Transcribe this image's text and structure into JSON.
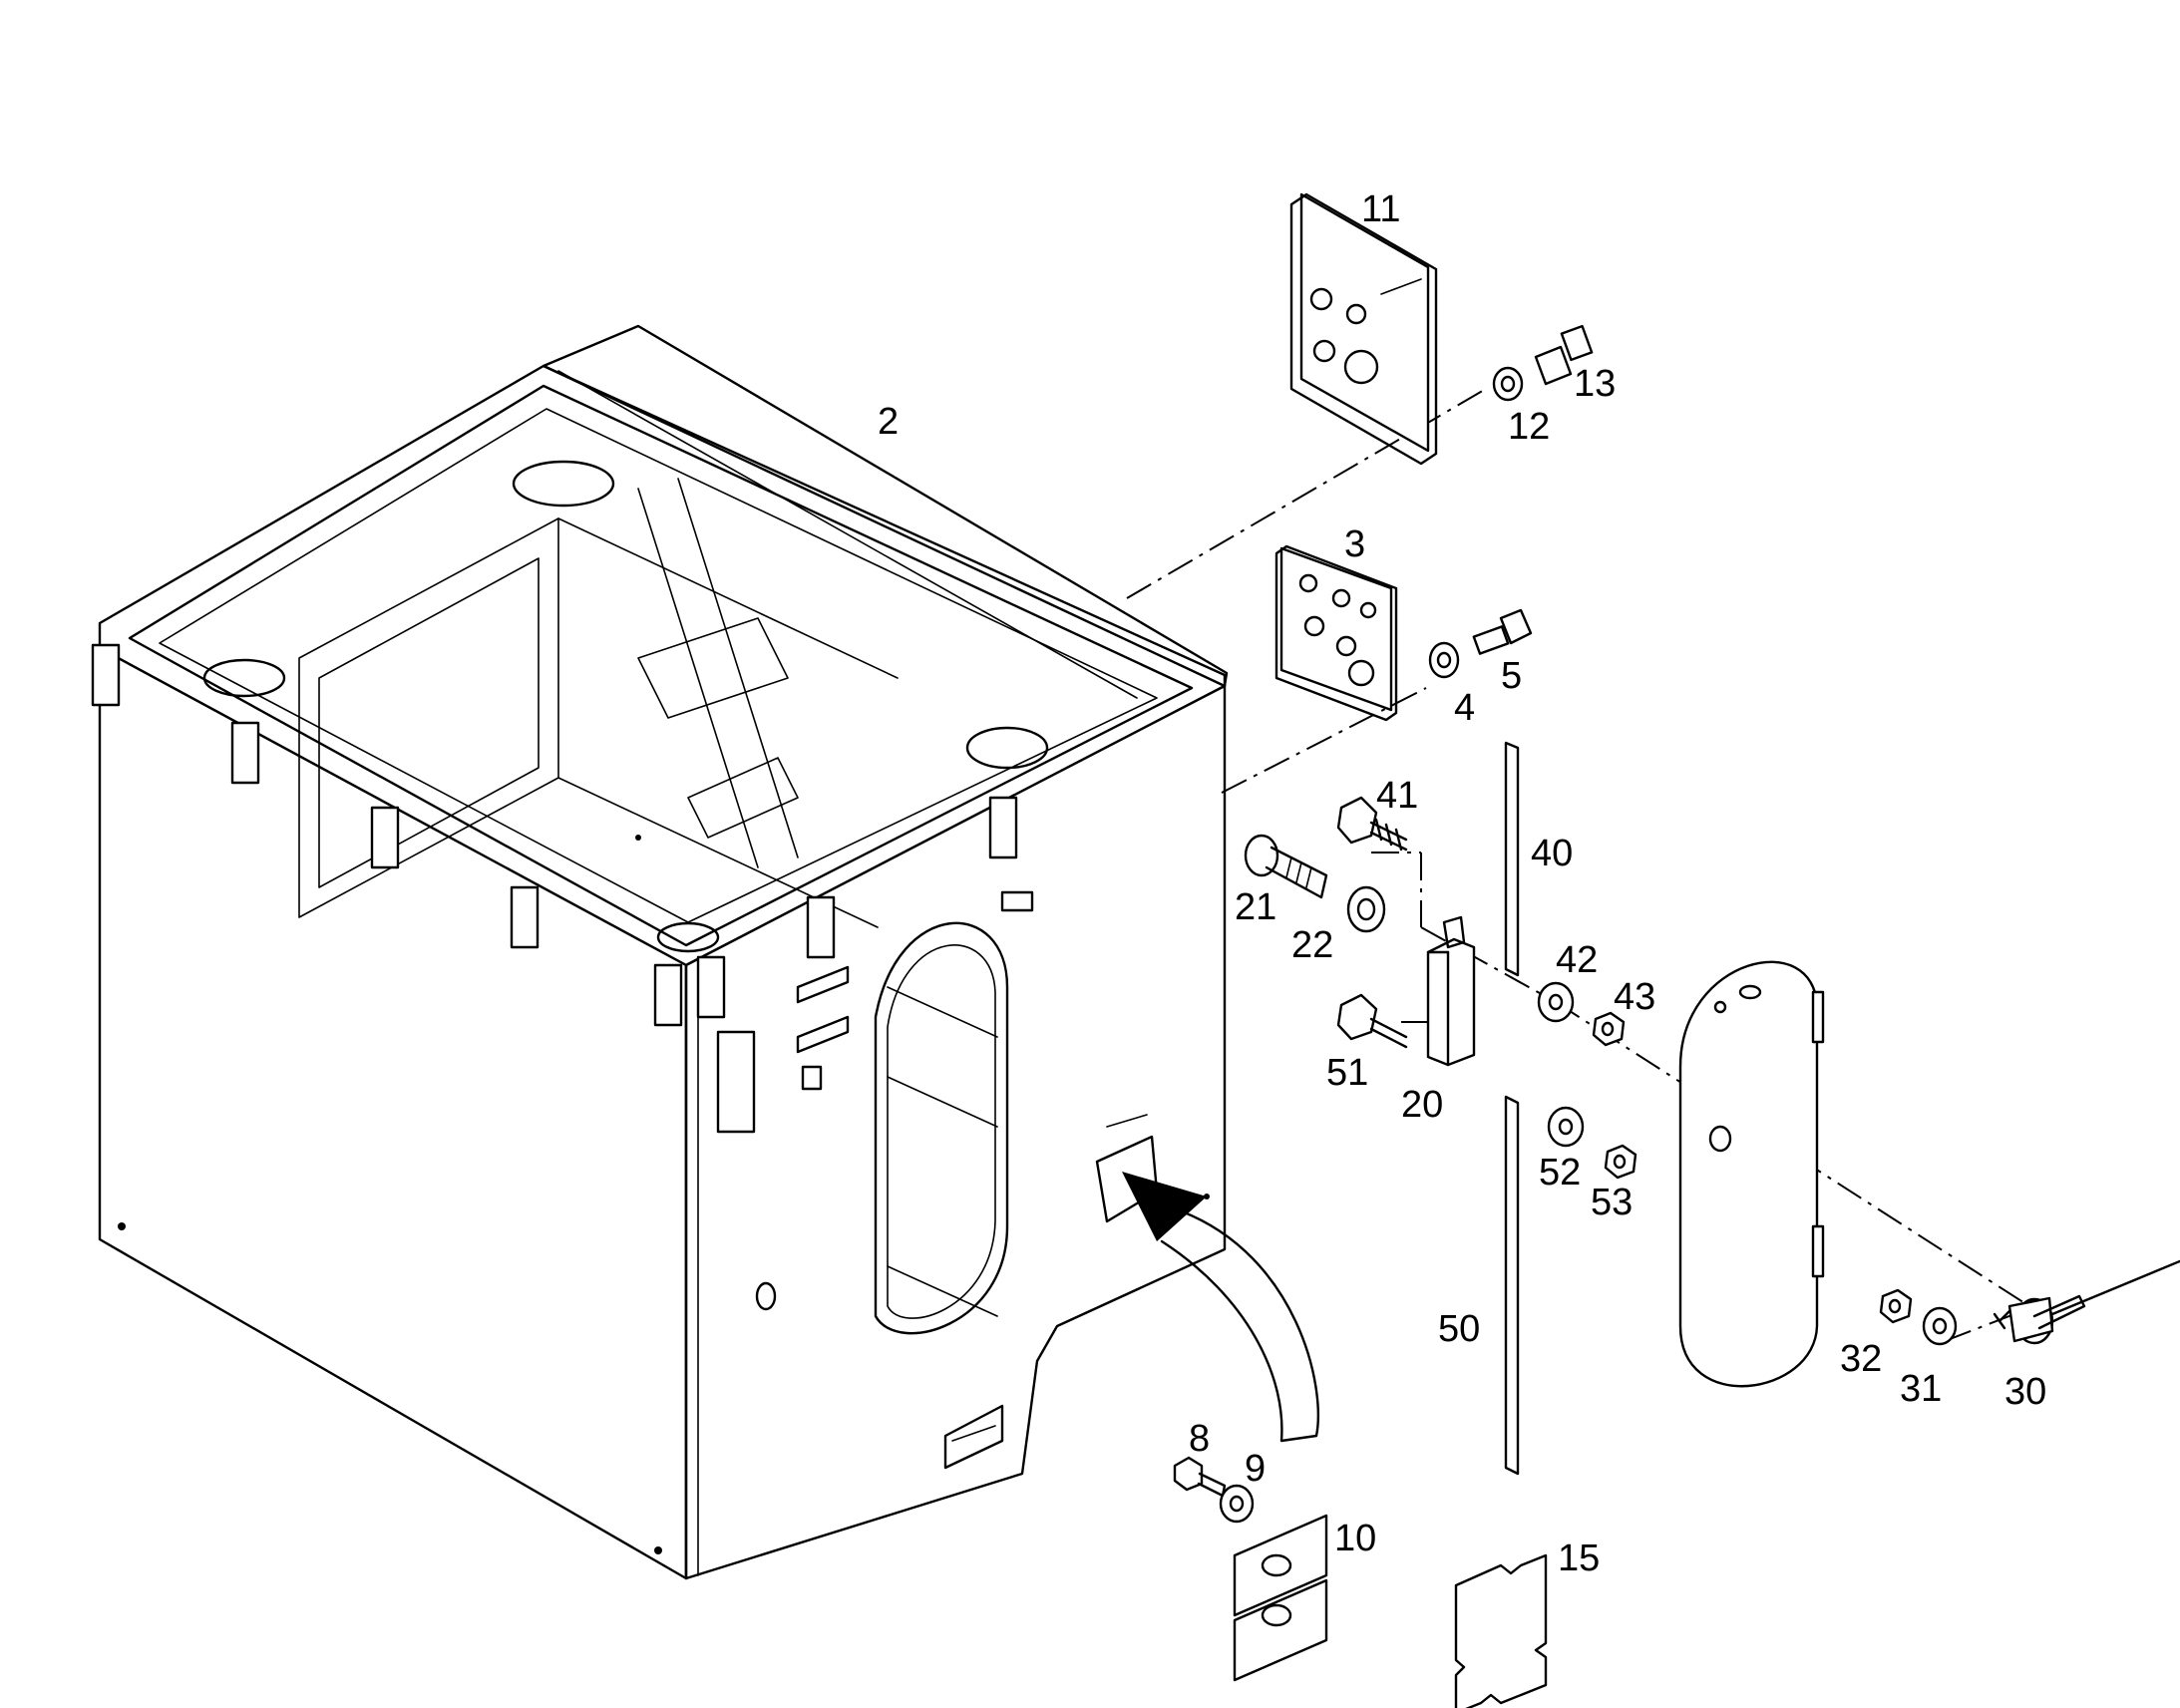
{
  "parts": {
    "p2": "2",
    "p3": "3",
    "p4": "4",
    "p5": "5",
    "p8": "8",
    "p9": "9",
    "p10": "10",
    "p11": "11",
    "p12": "12",
    "p13": "13",
    "p15": "15",
    "p20": "20",
    "p21": "21",
    "p22": "22",
    "p30": "30",
    "p31": "31",
    "p32": "32",
    "p40": "40",
    "p41": "41",
    "p42": "42",
    "p43": "43",
    "p50": "50",
    "p51": "51",
    "p52": "52",
    "p53": "53"
  },
  "colors": {
    "line": "#000000",
    "background": "#ffffff"
  }
}
